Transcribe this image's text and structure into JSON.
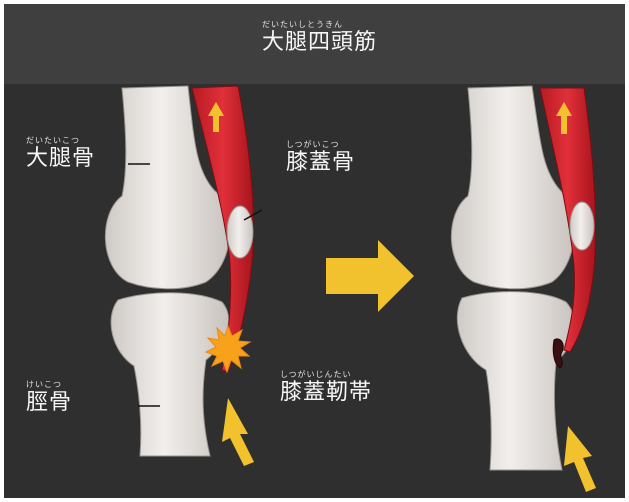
{
  "title": {
    "ruby": "だいたいしとうきん",
    "text": "大腿四頭筋"
  },
  "labels": {
    "femur": {
      "ruby": "だいたいこつ",
      "text": "大腿骨"
    },
    "patella": {
      "ruby": "しつがいこつ",
      "text": "膝蓋骨"
    },
    "tibia": {
      "ruby": "けいこつ",
      "text": "脛骨"
    },
    "patellar_ligament": {
      "ruby": "しつがいじんたい",
      "text": "膝蓋靭帯"
    }
  },
  "colors": {
    "background": "#2f2f2f",
    "header_band": "#3d3d3d",
    "bone": "#e9e6e4",
    "muscle": "#d0202a",
    "arrow": "#f2c12e",
    "impact": "#f7a21a"
  }
}
